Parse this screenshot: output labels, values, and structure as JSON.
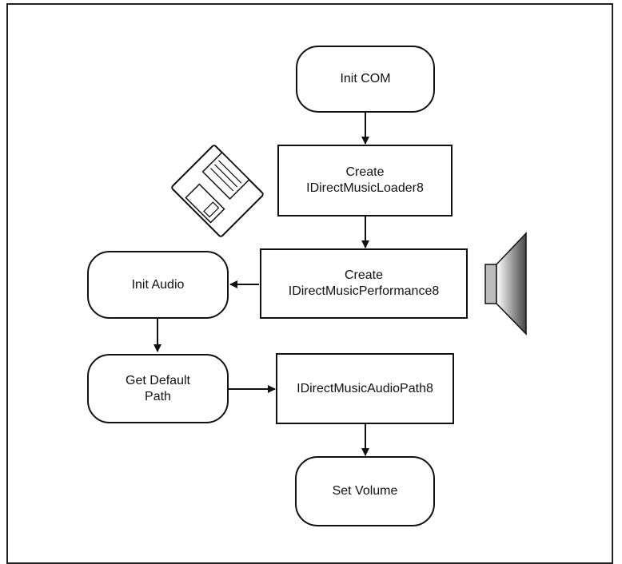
{
  "nodes": {
    "init_com": "Init COM",
    "create_loader": "Create\nIDirectMusicLoader8",
    "create_performance": "Create\nIDirectMusicPerformance8",
    "init_audio": "Init Audio",
    "get_default_path": "Get Default\nPath",
    "audio_path": "IDirectMusicAudioPath8",
    "set_volume": "Set Volume"
  },
  "icons": {
    "loader": "floppy-disk-icon",
    "performance": "speaker-icon"
  },
  "colors": {
    "stroke": "#111111",
    "disk_fill": "#ffffff",
    "speaker_light": "#ffffff",
    "speaker_dark": "#444444"
  }
}
